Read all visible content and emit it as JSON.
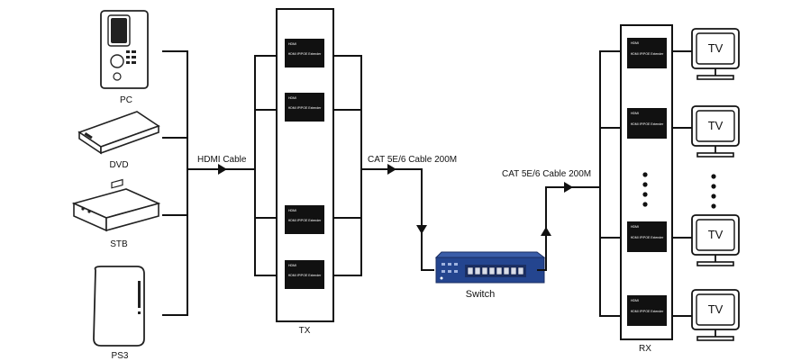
{
  "sources": [
    {
      "label": "PC",
      "icon": "pc-tower-icon"
    },
    {
      "label": "DVD",
      "icon": "dvd-player-icon"
    },
    {
      "label": "STB",
      "icon": "set-top-box-icon"
    },
    {
      "label": "PS3",
      "icon": "game-console-icon"
    }
  ],
  "cables": {
    "hdmi": "HDMI Cable",
    "cat_tx": "CAT 5E/6 Cable 200M",
    "cat_rx": "CAT 5E/6 Cable 200M"
  },
  "tx": {
    "label": "TX",
    "unit_logo": "HDMI",
    "unit_text": "HDMI IP/POE Extender"
  },
  "rx": {
    "label": "RX",
    "unit_logo": "HDMI",
    "unit_text": "HDMI IP/POE Extender"
  },
  "switch": {
    "label": "Switch"
  },
  "display": {
    "label": "TV"
  },
  "colors": {
    "line": "#111111",
    "switch_body": "#24458f",
    "unit": "#111111"
  }
}
